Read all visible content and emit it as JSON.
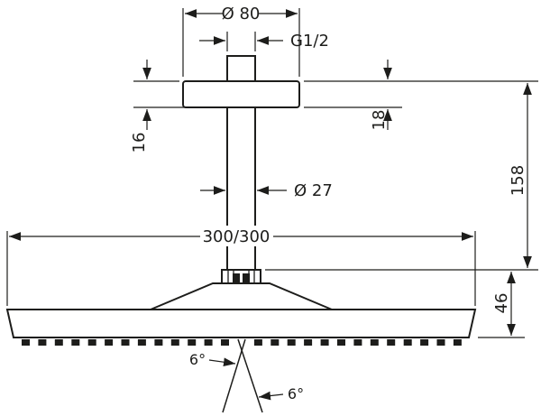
{
  "drawing": {
    "kind": "technical-dimension-drawing",
    "subject": "ceiling-mounted-overhead-shower",
    "line_color": "#1d1d1b",
    "background_color": "#ffffff",
    "nozzle_count": 27,
    "dims": {
      "d80": {
        "label": "Ø 80",
        "value_mm": 80,
        "meaning": "ceiling flange diameter"
      },
      "g12": {
        "label": "G1/2",
        "meaning": "thread size"
      },
      "h16": {
        "label": "16",
        "value_mm": 16,
        "meaning": "upper height dimension (left)"
      },
      "h18": {
        "label": "18",
        "value_mm": 18,
        "meaning": "flange height (right)"
      },
      "d27": {
        "label": "Ø 27",
        "value_mm": 27,
        "meaning": "pipe diameter"
      },
      "w300": {
        "label": "300/300",
        "value_mm": 300,
        "meaning": "shower head size"
      },
      "h158": {
        "label": "158",
        "value_mm": 158,
        "meaning": "overall height"
      },
      "h46": {
        "label": "46",
        "value_mm": 46,
        "meaning": "head height"
      },
      "angle_left": {
        "label": "6°",
        "value_deg": 6,
        "meaning": "spray angle left"
      },
      "angle_right": {
        "label": "6°",
        "value_deg": 6,
        "meaning": "spray angle right"
      }
    }
  }
}
